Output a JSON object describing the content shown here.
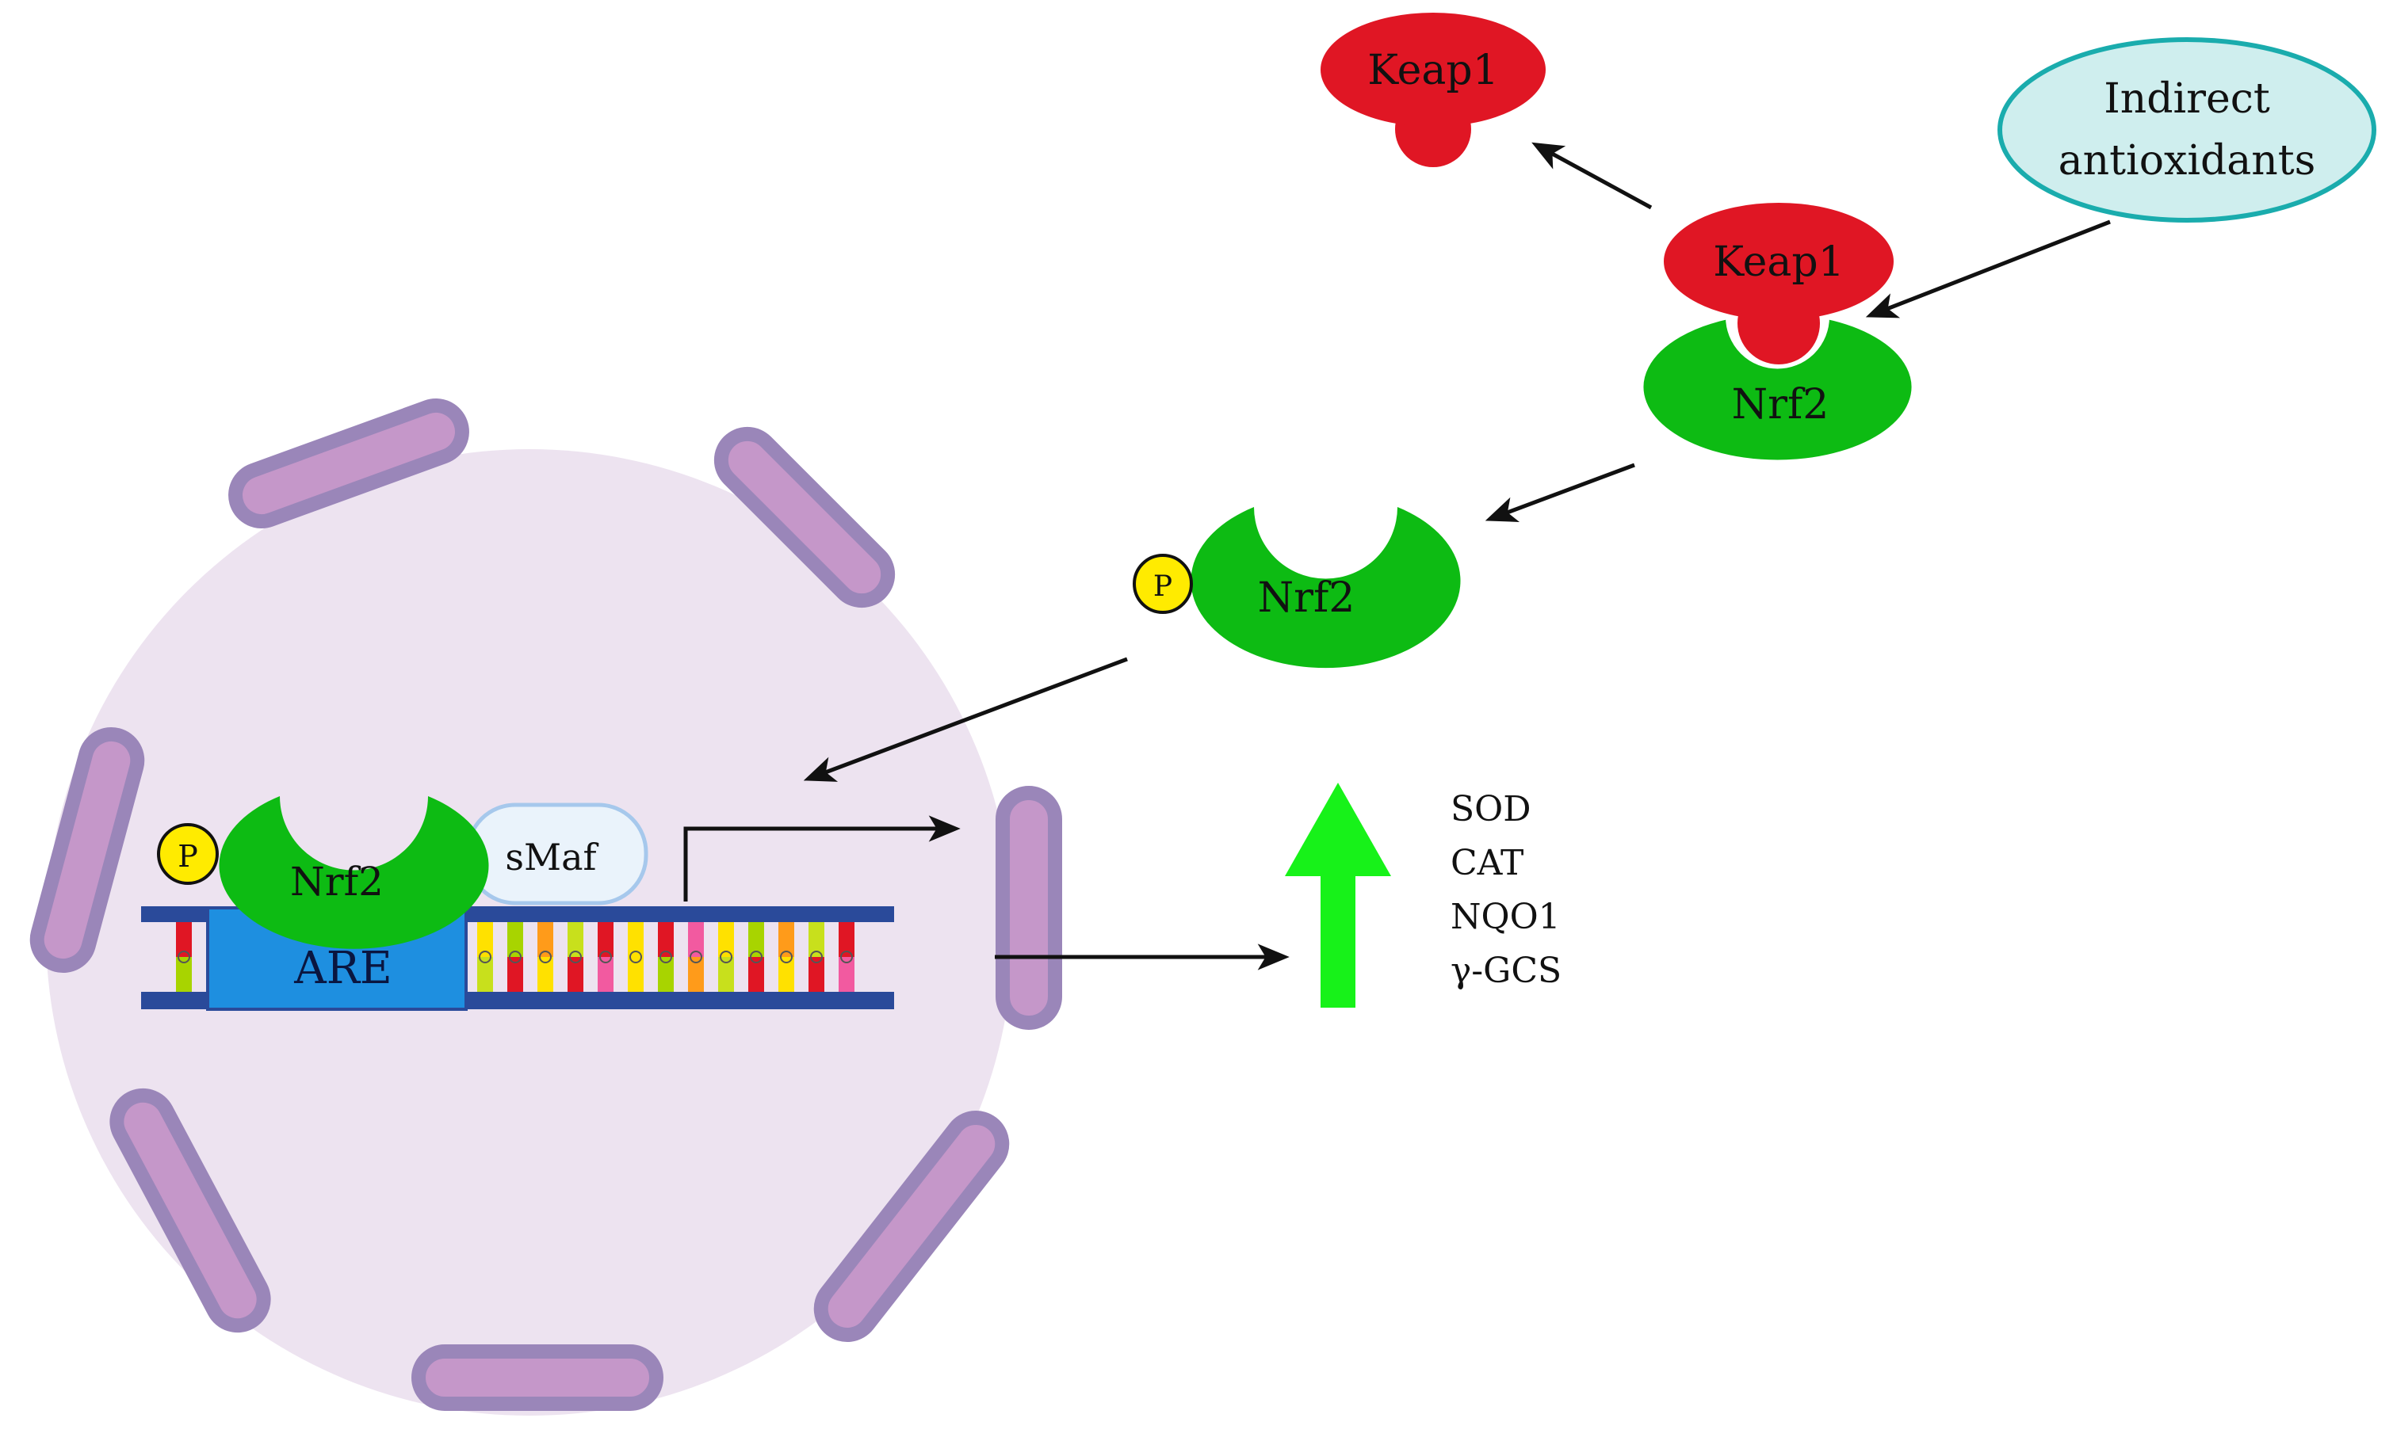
{
  "labels": {
    "keap1_free": "Keap1",
    "keap1_bound": "Keap1",
    "nrf2_bound": "Nrf2",
    "nrf2_phospho": "Nrf2",
    "nrf2_nucleus": "Nrf2",
    "indirect_line1": "Indirect",
    "indirect_line2": "antioxidants",
    "phospho_top": "P",
    "phospho_nucleus": "P",
    "smaf": "sMaf",
    "are": "ARE"
  },
  "genes": [
    "SOD",
    "CAT",
    "NQO1",
    "γ-GCS"
  ],
  "colors": {
    "keap1": "#e01624",
    "nrf2": "#0dbb13",
    "nucleus_fill": "#ede3f0",
    "envelope": "#c597c9",
    "envelope_stroke": "#9a86b9",
    "dna_strand": "#2a4a9a",
    "are_box": "#1e8fe0",
    "smaf_fill": "#eaf3fb",
    "smaf_stroke": "#a6c8ec",
    "phospho": "#ffeb00",
    "indirect_fill": "#cfeeee",
    "indirect_stroke": "#1aacad",
    "up_arrow": "#17f219"
  }
}
